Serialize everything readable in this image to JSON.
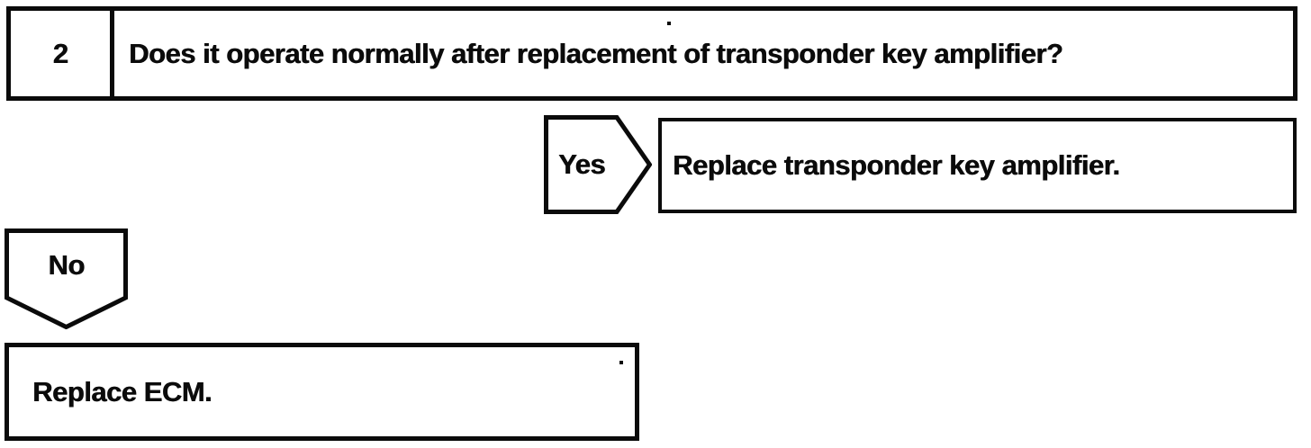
{
  "colors": {
    "ink": "#0b0b0b",
    "paper": "#ffffff"
  },
  "flowchart": {
    "step": {
      "number": "2",
      "question": "Does it operate normally after replacement of transponder key amplifier?"
    },
    "yes_branch": {
      "label": "Yes",
      "action": "Replace transponder key amplifier."
    },
    "no_branch": {
      "label": "No",
      "action": "Replace ECM."
    }
  }
}
